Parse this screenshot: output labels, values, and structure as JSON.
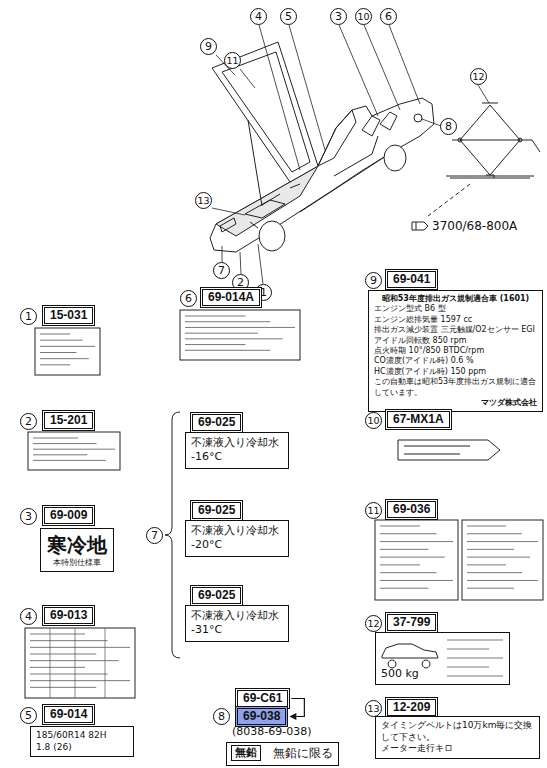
{
  "diagram": {
    "nodes": [
      {
        "text": [
          "4"
        ]
      },
      {
        "text": [
          "5"
        ]
      },
      {
        "text": [
          "3"
        ]
      },
      {
        "text": [
          "10"
        ]
      },
      {
        "text": [
          "6"
        ]
      },
      {
        "text": [
          "9"
        ]
      },
      {
        "text": [
          "11"
        ]
      },
      {
        "text": [
          "12"
        ]
      },
      {
        "text": [
          "8"
        ]
      },
      {
        "text": [
          "13"
        ]
      },
      {
        "text": [
          "7"
        ]
      },
      {
        "text": [
          "2"
        ]
      },
      {
        "text": [
          "1"
        ]
      },
      {
        "text": [
          "1"
        ]
      },
      {
        "text": [
          "15-031"
        ]
      },
      {
        "text": [
          "2"
        ]
      },
      {
        "text": [
          "15-201"
        ]
      },
      {
        "text": [
          "3"
        ]
      },
      {
        "text": [
          "69-009"
        ]
      },
      {
        "text": [
          "寒冷地",
          "本特別仕様車"
        ]
      },
      {
        "text": [
          "4"
        ]
      },
      {
        "text": [
          "69-013"
        ]
      },
      {
        "text": [
          "5"
        ]
      },
      {
        "text": [
          "69-014"
        ]
      },
      {
        "text": [
          "185/60R14 82H",
          "1.8 (26)"
        ]
      },
      {
        "text": [
          "6"
        ]
      },
      {
        "text": [
          "69-014A"
        ]
      },
      {
        "text": [
          "7"
        ]
      },
      {
        "text": [
          "69-025"
        ]
      },
      {
        "text": [
          "不凍液入り冷却水 -16°C"
        ]
      },
      {
        "text": [
          "69-025"
        ]
      },
      {
        "text": [
          "不凍液入り冷却水 -20°C"
        ]
      },
      {
        "text": [
          "69-025"
        ]
      },
      {
        "text": [
          "不凍液入り冷却水 -31°C"
        ]
      },
      {
        "text": [
          "69-C61"
        ]
      },
      {
        "text": [
          "8"
        ]
      },
      {
        "text": [
          "69-038"
        ]
      },
      {
        "text": [
          "無鉛に限る"
        ]
      },
      {
        "text": [
          "無鉛"
        ],
        "in": 37
      },
      {
        "text": [
          "9"
        ]
      },
      {
        "text": [
          "69-041"
        ]
      },
      {
        "text": [
          "昭和53年度排出ガス規制適合車 (1601)",
          "エンジン型式 B6 型",
          "エンジン総排気量 1597 cc",
          "排出ガス減少装置 三元触媒/O2センサー EGI",
          "アイドル回転数 850 rpm",
          "点火時期 10°/850 BTDC/rpm",
          "CO濃度(アイドル時) 0.6 %",
          "HC濃度(アイドル時) 150 ppm",
          "この自動車は昭和53年度排出ガス規制に適合しています。",
          "マツダ株式会社"
        ]
      },
      {
        "text": [
          "10"
        ]
      },
      {
        "text": [
          "67-MX1A"
        ]
      },
      {
        "text": [
          "11"
        ]
      },
      {
        "text": [
          "69-036"
        ]
      },
      {
        "text": [
          "12"
        ]
      },
      {
        "text": [
          "37-799"
        ]
      },
      {
        "text": [
          "500 kg"
        ]
      },
      {
        "text": [
          "13"
        ]
      },
      {
        "text": [
          "12-209"
        ]
      },
      {
        "text": [
          "タイミングベルトは10万km毎に交換して下さい。",
          "メーター走行キロ"
        ]
      }
    ],
    "edges": [
      {
        "from": 34,
        "to": 36,
        "arrow": "to"
      }
    ],
    "labels": [
      "3700/68-800A",
      "(8038-69-038)"
    ]
  }
}
